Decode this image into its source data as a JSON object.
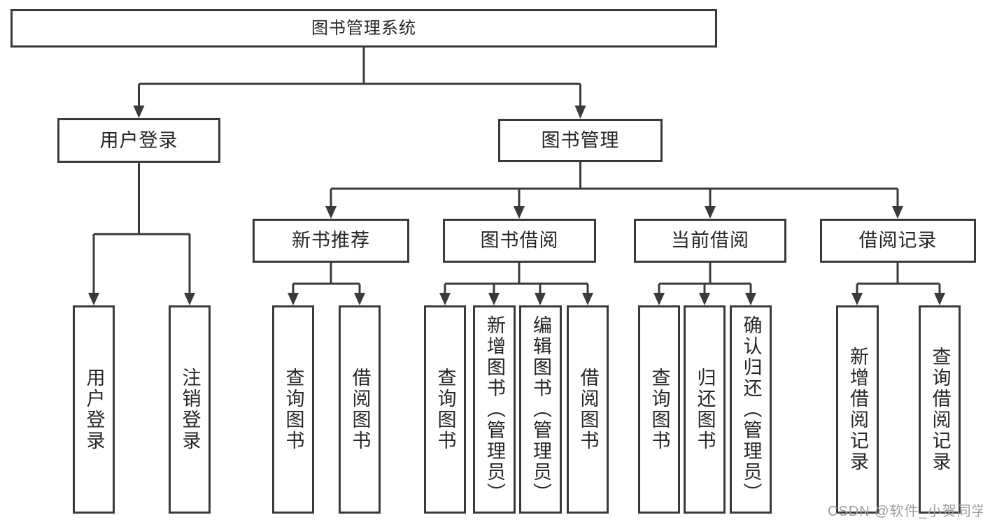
{
  "colors": {
    "line": "#3a3a3a",
    "text": "#262626",
    "watermark": "#9e9e9e",
    "background": "#ffffff"
  },
  "watermark": {
    "text": "CSDN @软件_小贺同学"
  },
  "tree": {
    "label": "图书管理系统",
    "children": [
      {
        "label": "用户登录",
        "children": [
          {
            "label": "用户登录"
          },
          {
            "label": "注销登录"
          }
        ]
      },
      {
        "label": "图书管理",
        "children": [
          {
            "label": "新书推荐",
            "children": [
              {
                "label": "查询图书"
              },
              {
                "label": "借阅图书"
              }
            ]
          },
          {
            "label": "图书借阅",
            "children": [
              {
                "label": "查询图书"
              },
              {
                "label": "新增图书（管理员）"
              },
              {
                "label": "编辑图书（管理员）"
              },
              {
                "label": "借阅图书"
              }
            ]
          },
          {
            "label": "当前借阅",
            "children": [
              {
                "label": "查询图书"
              },
              {
                "label": "归还图书"
              },
              {
                "label": "确认归还（管理员）"
              }
            ]
          },
          {
            "label": "借阅记录",
            "children": [
              {
                "label": "新增借阅记录"
              },
              {
                "label": "查询借阅记录"
              }
            ]
          }
        ]
      }
    ]
  }
}
